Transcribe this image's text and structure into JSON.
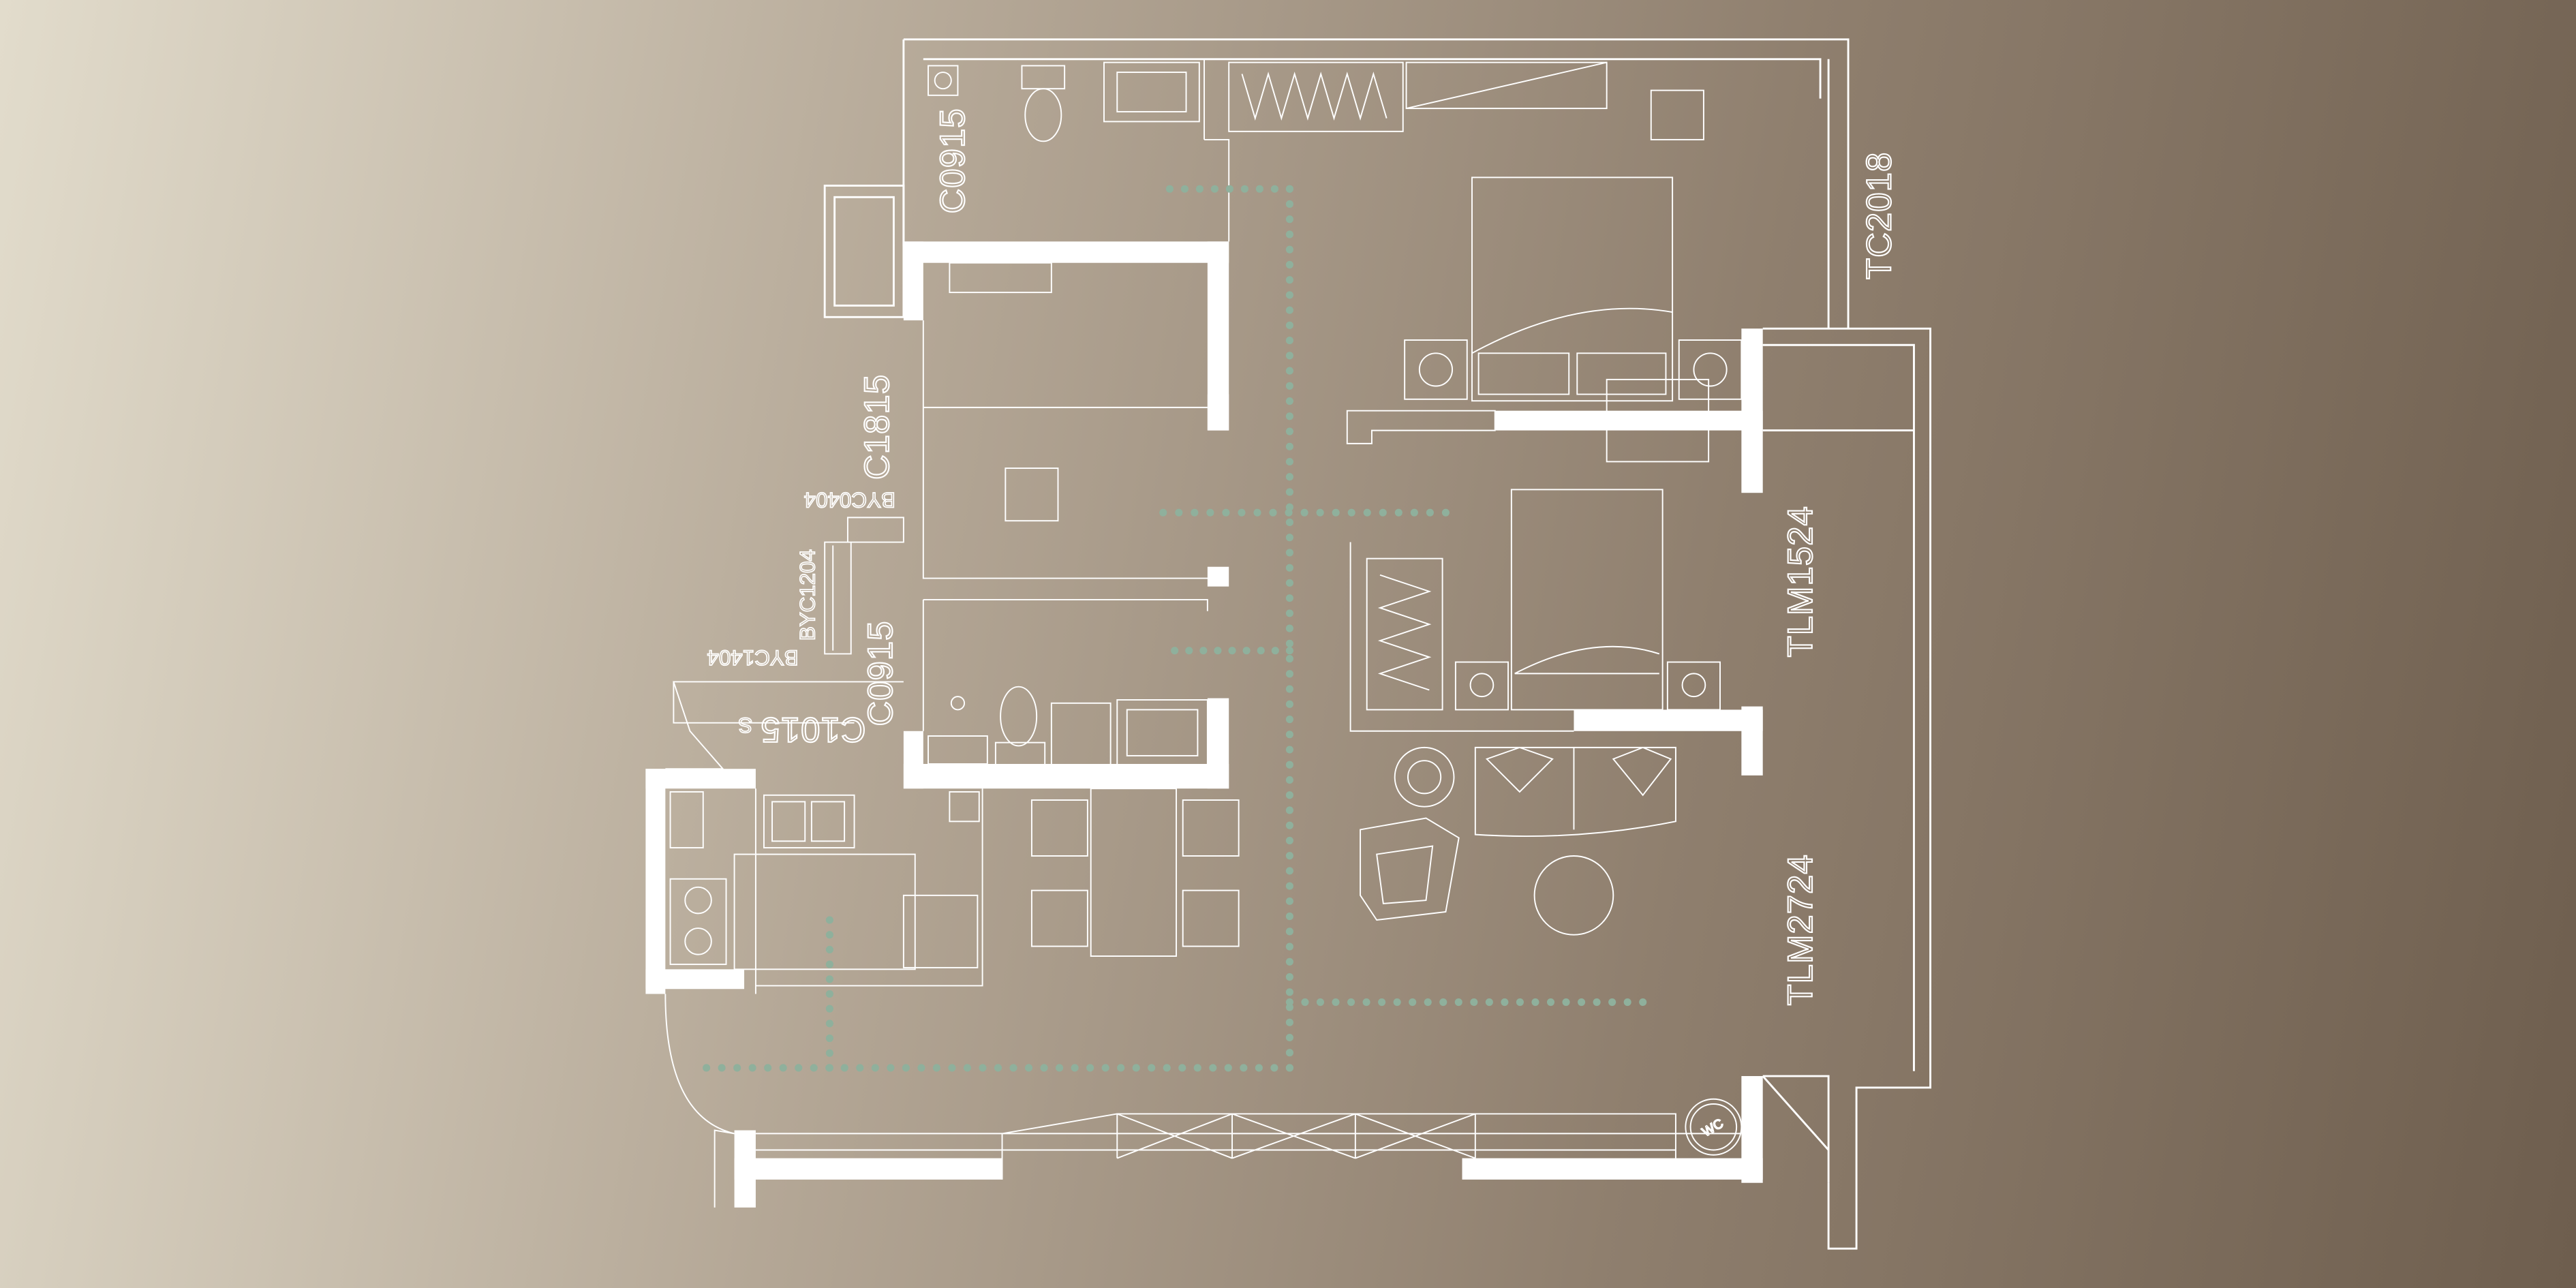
{
  "plan": {
    "labels": {
      "c0915_top": "C0915",
      "tc2018": "TC2018",
      "c1815": "C1815",
      "byc0404": "BYC0404",
      "byc1204": "BYC1204",
      "c0915_mid": "C0915",
      "byc1404": "BYC1404",
      "c1015": "C1015",
      "s_mark": "S",
      "tlm1524": "TLM1524",
      "tlm2724": "TLM2724",
      "wc": "WC"
    },
    "colors": {
      "wall": "#ffffff",
      "path_dots": "#8fb09c",
      "bg_light": "#e2dccc",
      "bg_dark": "#6e5e4e"
    }
  }
}
